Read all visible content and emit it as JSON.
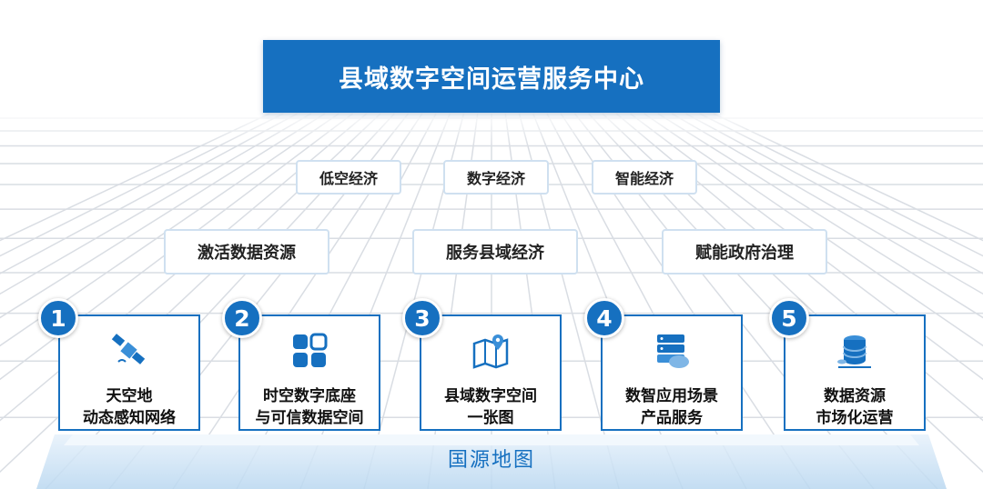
{
  "title": "县域数字空间运营服务中心",
  "tier1": [
    "低空经济",
    "数字经济",
    "智能经济"
  ],
  "tier2": [
    "激活数据资源",
    "服务县域经济",
    "赋能政府治理"
  ],
  "cards": [
    {
      "number": "1",
      "line1": "天空地",
      "line2": "动态感知网络",
      "icon": "satellite-icon"
    },
    {
      "number": "2",
      "line1": "时空数字底座",
      "line2": "与可信数据空间",
      "icon": "grid-apps-icon"
    },
    {
      "number": "3",
      "line1": "县域数字空间",
      "line2": "一张图",
      "icon": "map-pin-icon"
    },
    {
      "number": "4",
      "line1": "数智应用场景",
      "line2": "产品服务",
      "icon": "server-cloud-icon"
    },
    {
      "number": "5",
      "line1": "数据资源",
      "line2": "市场化运营",
      "icon": "database-coins-icon"
    }
  ],
  "base_label": "国源地图",
  "colors": {
    "primary": "#1670c0",
    "tag_border": "#cfe0f0",
    "grid": "#d9dde3"
  }
}
